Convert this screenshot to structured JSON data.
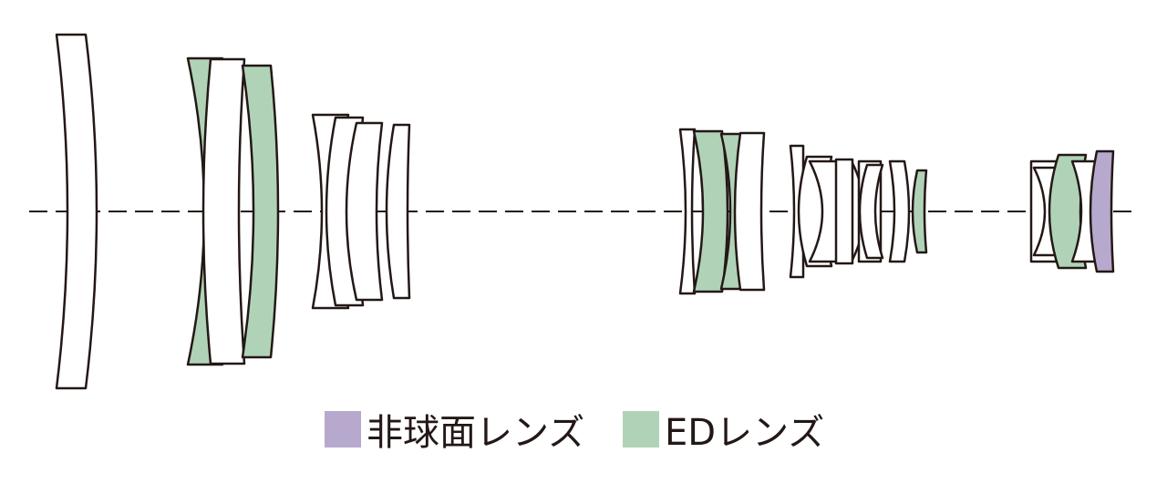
{
  "legend": {
    "aspherical": {
      "label": "非球面レンズ",
      "color": "#b7a9cd"
    },
    "ed": {
      "label": "EDレンズ",
      "color": "#b0d3b8"
    }
  },
  "colors": {
    "outline": "#231815",
    "plain_fill": "#ffffff",
    "axis": "#231815"
  },
  "groups": [
    {
      "name": "front-group",
      "elements": [
        {
          "name": "element-1",
          "type": "plain"
        }
      ]
    },
    {
      "name": "second-group",
      "elements": [
        {
          "name": "element-2",
          "type": "ed"
        },
        {
          "name": "element-3",
          "type": "plain"
        },
        {
          "name": "element-4",
          "type": "ed"
        }
      ]
    },
    {
      "name": "third-group",
      "elements": [
        {
          "name": "element-5",
          "type": "plain"
        },
        {
          "name": "element-6",
          "type": "plain"
        },
        {
          "name": "element-7",
          "type": "plain"
        },
        {
          "name": "element-8",
          "type": "plain"
        }
      ]
    },
    {
      "name": "fourth-group",
      "elements": [
        {
          "name": "element-9",
          "type": "plain"
        },
        {
          "name": "element-10",
          "type": "ed"
        },
        {
          "name": "element-11",
          "type": "ed"
        },
        {
          "name": "element-12",
          "type": "plain"
        }
      ]
    },
    {
      "name": "fifth-group",
      "elements": [
        {
          "name": "element-13",
          "type": "plain"
        },
        {
          "name": "element-14",
          "type": "plain"
        },
        {
          "name": "element-15",
          "type": "plain"
        },
        {
          "name": "element-16",
          "type": "plain"
        },
        {
          "name": "element-17",
          "type": "plain"
        },
        {
          "name": "element-18",
          "type": "plain"
        },
        {
          "name": "element-19",
          "type": "plain"
        },
        {
          "name": "element-20",
          "type": "ed"
        }
      ]
    },
    {
      "name": "rear-group",
      "elements": [
        {
          "name": "element-21",
          "type": "plain"
        },
        {
          "name": "element-22",
          "type": "plain"
        },
        {
          "name": "element-23",
          "type": "ed"
        },
        {
          "name": "element-24",
          "type": "plain"
        },
        {
          "name": "element-25",
          "type": "aspherical"
        }
      ]
    }
  ]
}
